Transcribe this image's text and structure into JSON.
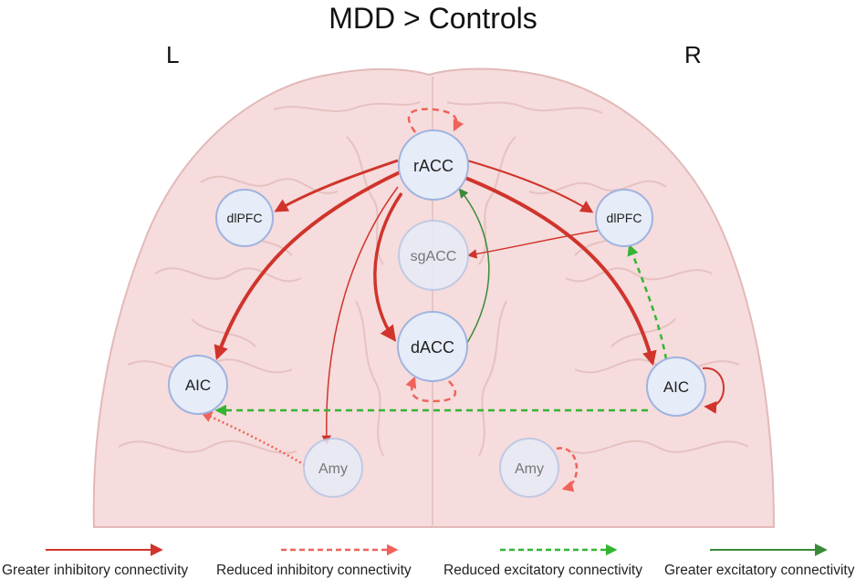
{
  "title": "MDD > Controls",
  "hemispheres": {
    "left": "L",
    "right": "R"
  },
  "nodes": {
    "racc": "rACC",
    "dlpfc_l": "dlPFC",
    "dlpfc_r": "dlPFC",
    "sgacc": "sgACC",
    "dacc": "dACC",
    "aic_l": "AIC",
    "aic_r": "AIC",
    "amy_l": "Amy",
    "amy_r": "Amy"
  },
  "legend": {
    "greater_inhibitory": "Greater inhibitory connectivity",
    "reduced_inhibitory": "Reduced inhibitory connectivity",
    "reduced_excitatory": "Reduced excitatory connectivity",
    "greater_excitatory": "Greater excitatory connectivity"
  },
  "colors": {
    "inhibitory_greater": "#d0342c",
    "inhibitory_reduced": "#f0625a",
    "excitatory_reduced": "#33b533",
    "excitatory_greater": "#3a8a3a",
    "node_fill": "#e6ecf8",
    "node_stroke": "#9fb3df",
    "brain_fill": "#f6dcdc",
    "brain_stroke": "#e2b9b9"
  }
}
